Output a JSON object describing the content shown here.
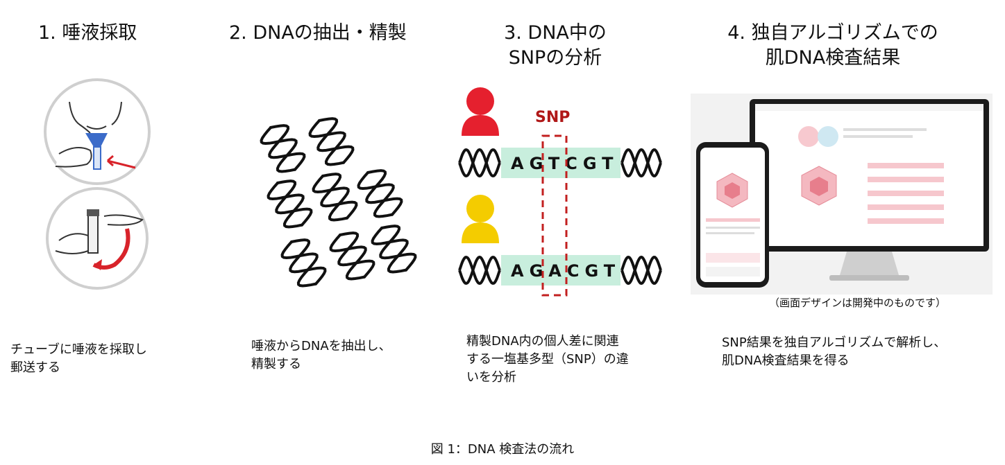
{
  "steps": [
    {
      "title": [
        "1. 唾液採取"
      ],
      "desc": [
        "チューブに唾液を採取し",
        "郵送する"
      ]
    },
    {
      "title": [
        "2. DNAの抽出・精製"
      ],
      "desc": [
        "唾液からDNAを抽出し、",
        "精製する"
      ]
    },
    {
      "title": [
        "3. DNA中の",
        "SNPの分析"
      ],
      "desc": [
        "精製DNA内の個人差に関連",
        "する一塩基多型（SNP）の違",
        "いを分析"
      ]
    },
    {
      "title": [
        "4. 独自アルゴリズムでの",
        "肌DNA検査結果"
      ],
      "desc": [
        "SNP結果を独自アルゴリズムで解析し、",
        "肌DNA検査結果を得る"
      ]
    }
  ],
  "snp": {
    "label": "SNP",
    "seq_top": "AGTCGT",
    "seq_bottom": "AGACGT"
  },
  "screen_note": "（画面デザインは開発中のものです）",
  "caption": "図 1：DNA 検査法の流れ",
  "colors": {
    "accent_red": "#d8232a",
    "person_red": "#e5202e",
    "person_yellow": "#f4cc00",
    "seq_bg": "#c8eedd"
  }
}
